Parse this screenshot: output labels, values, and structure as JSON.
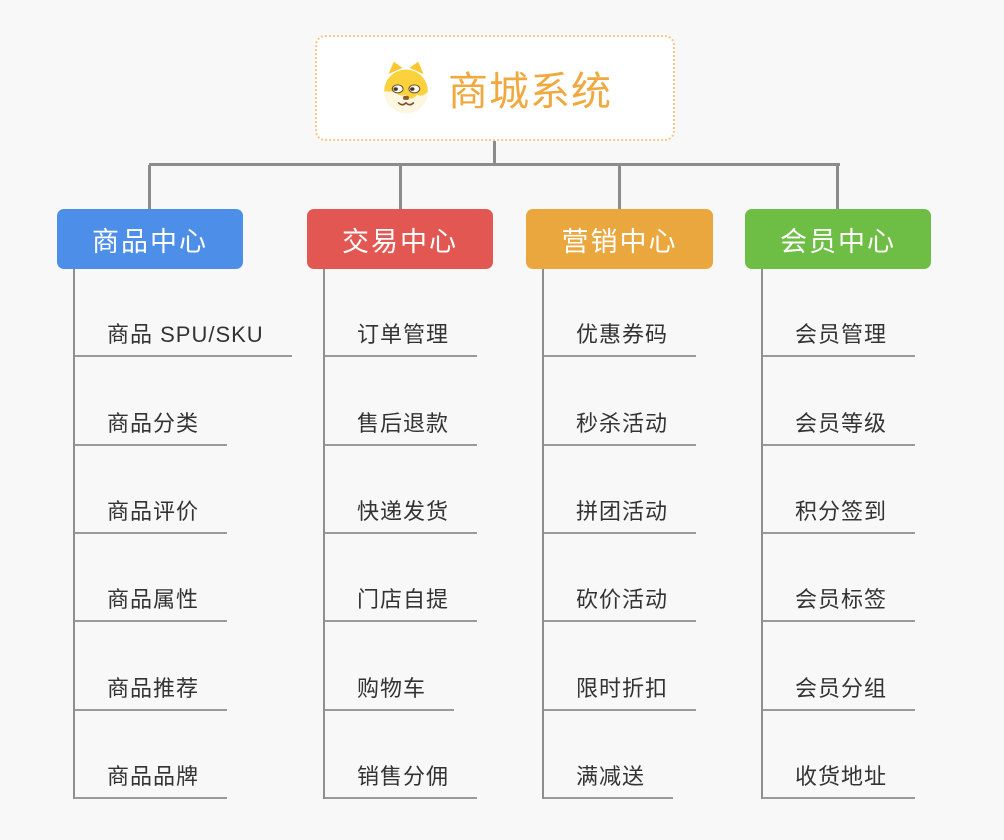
{
  "root": {
    "title": "商城系统",
    "icon": "dog-face-icon"
  },
  "colors": {
    "background": "#f8f8f8",
    "connector": "#8c8c8c",
    "underline": "#9a9a9a",
    "leaf_text": "#333333",
    "root_border": "#f2c98b",
    "root_text": "#efa93f"
  },
  "branches": [
    {
      "label": "商品中心",
      "color": "#4d8fe8",
      "children": [
        "商品 SPU/SKU",
        "商品分类",
        "商品评价",
        "商品属性",
        "商品推荐",
        "商品品牌"
      ]
    },
    {
      "label": "交易中心",
      "color": "#e25752",
      "children": [
        "订单管理",
        "售后退款",
        "快递发货",
        "门店自提",
        "购物车",
        "销售分佣"
      ]
    },
    {
      "label": "营销中心",
      "color": "#e9a73d",
      "children": [
        "优惠券码",
        "秒杀活动",
        "拼团活动",
        "砍价活动",
        "限时折扣",
        "满减送"
      ]
    },
    {
      "label": "会员中心",
      "color": "#6ebe45",
      "children": [
        "会员管理",
        "会员等级",
        "积分签到",
        "会员标签",
        "会员分组",
        "收货地址"
      ]
    }
  ]
}
